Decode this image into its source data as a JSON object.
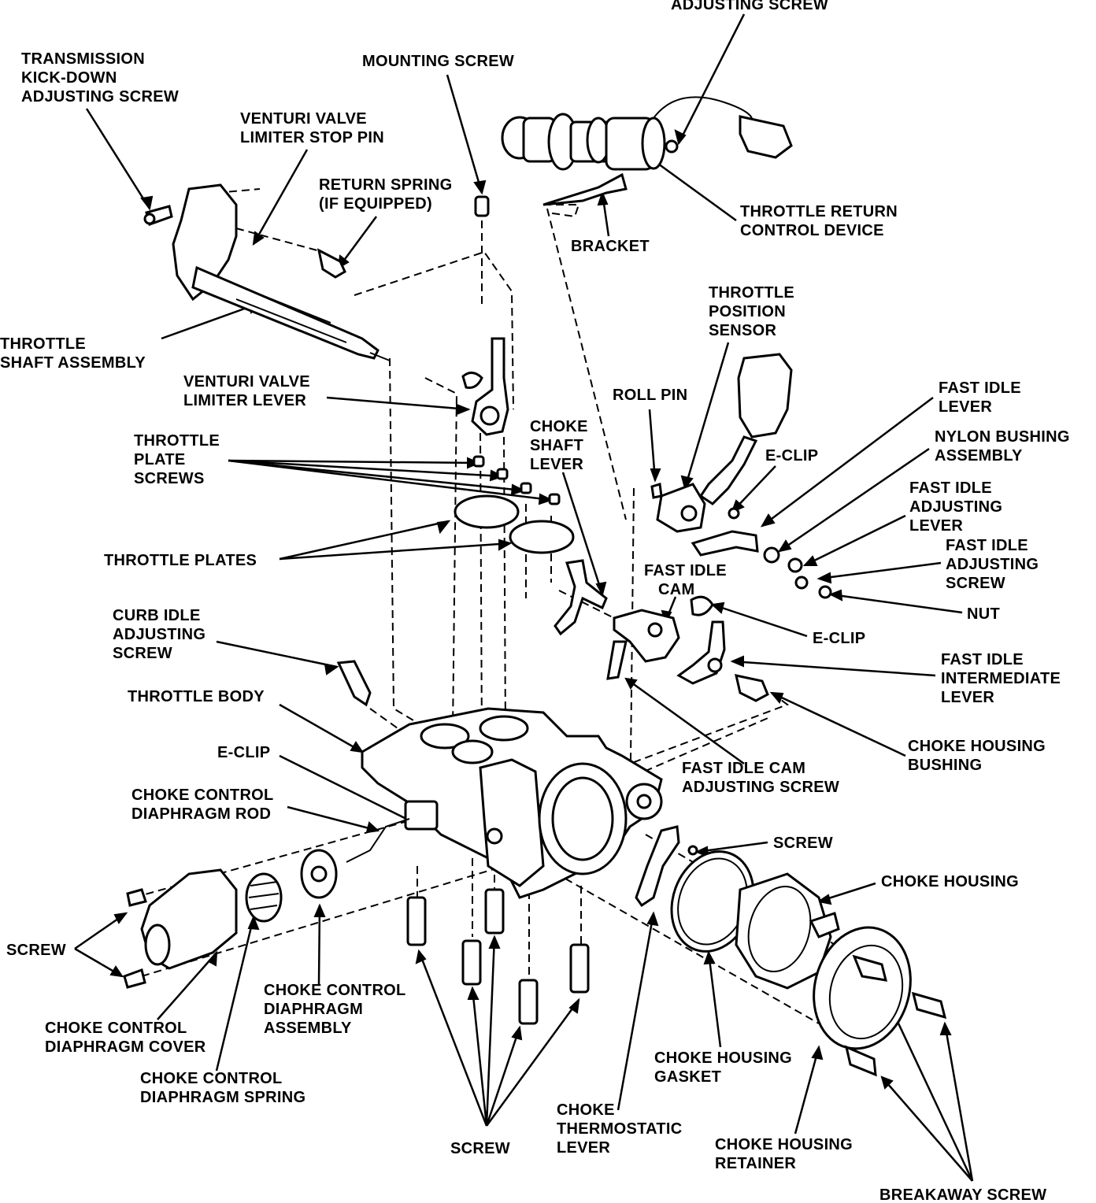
{
  "labels": {
    "adjusting_screw_top": [
      "ADJUSTING SCREW"
    ],
    "transmission_kickdown": [
      "TRANSMISSION",
      "KICK-DOWN",
      "ADJUSTING SCREW"
    ],
    "mounting_screw": [
      "MOUNTING SCREW"
    ],
    "venturi_stop_pin": [
      "VENTURI VALVE",
      "LIMITER STOP PIN"
    ],
    "return_spring": [
      "RETURN SPRING",
      "(IF EQUIPPED)"
    ],
    "throttle_return_control": [
      "THROTTLE RETURN",
      "CONTROL DEVICE"
    ],
    "bracket": [
      "BRACKET"
    ],
    "throttle_shaft_assembly": [
      "THROTTLE",
      "SHAFT ASSEMBLY"
    ],
    "throttle_position_sensor": [
      "THROTTLE",
      "POSITION",
      "SENSOR"
    ],
    "venturi_limiter_lever": [
      "VENTURI  VALVE",
      "LIMITER LEVER"
    ],
    "roll_pin": [
      "ROLL PIN"
    ],
    "fast_idle_lever": [
      "FAST IDLE",
      "LEVER"
    ],
    "nylon_bushing": [
      "NYLON BUSHING",
      "ASSEMBLY"
    ],
    "throttle_plate_screws": [
      "THROTTLE",
      "PLATE",
      "SCREWS"
    ],
    "choke_shaft_lever": [
      "CHOKE",
      "SHAFT",
      "LEVER"
    ],
    "e_clip_upper": [
      "E-CLIP"
    ],
    "fast_idle_adjusting_lever": [
      "FAST IDLE",
      "ADJUSTING",
      "LEVER"
    ],
    "fast_idle_adjusting_screw": [
      "FAST IDLE",
      "ADJUSTING",
      "SCREW"
    ],
    "throttle_plates": [
      "THROTTLE PLATES"
    ],
    "fast_idle_cam": [
      "FAST IDLE",
      "CAM"
    ],
    "nut": [
      "NUT"
    ],
    "curb_idle": [
      "CURB IDLE",
      "ADJUSTING",
      "SCREW"
    ],
    "e_clip_right": [
      "E-CLIP"
    ],
    "fast_idle_intermediate": [
      "FAST IDLE",
      "INTERMEDIATE",
      "LEVER"
    ],
    "throttle_body": [
      "THROTTLE BODY"
    ],
    "choke_housing_bushing": [
      "CHOKE HOUSING",
      "BUSHING"
    ],
    "e_clip_left": [
      "E-CLIP"
    ],
    "fast_idle_cam_adjusting": [
      "FAST IDLE CAM",
      "ADJUSTING SCREW"
    ],
    "choke_diaphragm_rod": [
      "CHOKE CONTROL",
      "DIAPHRAGM ROD"
    ],
    "screw_right": [
      "SCREW"
    ],
    "choke_housing": [
      "CHOKE HOUSING"
    ],
    "screw_left": [
      "SCREW"
    ],
    "choke_diaphragm_assembly": [
      "CHOKE CONTROL",
      "DIAPHRAGM",
      "ASSEMBLY"
    ],
    "choke_diaphragm_cover": [
      "CHOKE CONTROL",
      "DIAPHRAGM COVER"
    ],
    "choke_housing_gasket": [
      "CHOKE HOUSING",
      "GASKET"
    ],
    "choke_diaphragm_spring": [
      "CHOKE CONTROL",
      "DIAPHRAGM SPRING"
    ],
    "choke_thermostatic_lever": [
      "CHOKE",
      "THERMOSTATIC",
      "LEVER"
    ],
    "choke_housing_retainer": [
      "CHOKE HOUSING",
      "RETAINER"
    ],
    "screw_bottom": [
      "SCREW"
    ],
    "breakaway_screw": [
      "BREAKAWAY SCREW"
    ]
  }
}
